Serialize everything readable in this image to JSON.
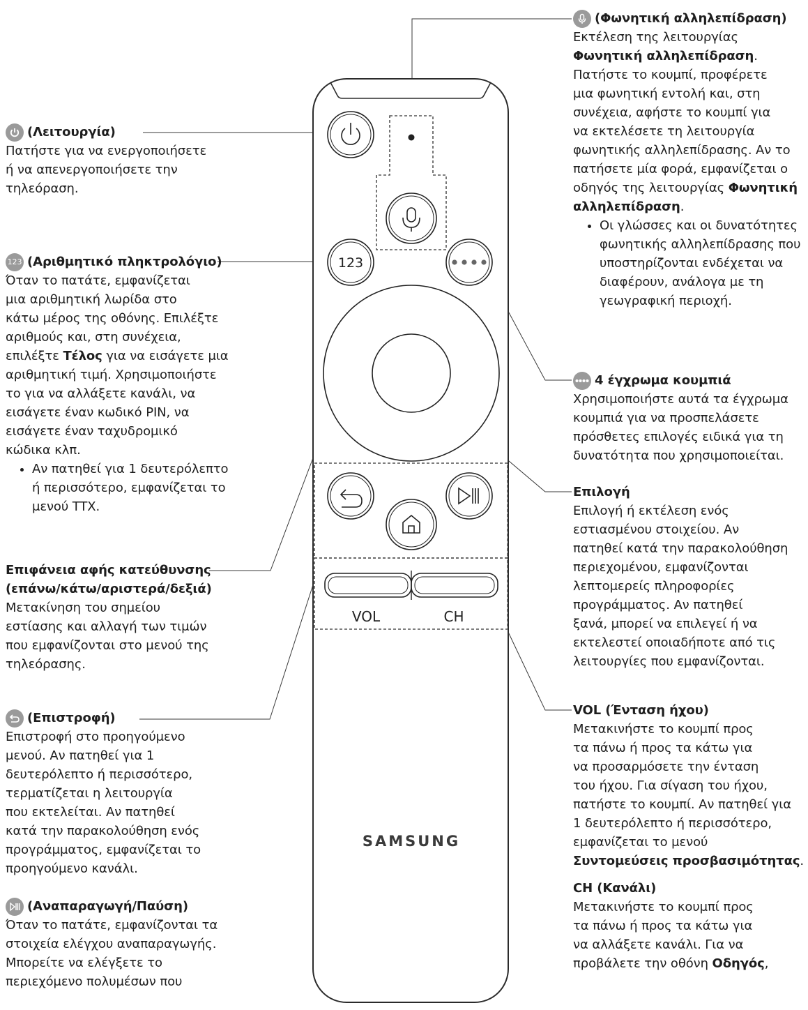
{
  "remote": {
    "label_123": "123",
    "label_vol": "VOL",
    "label_ch": "CH",
    "brand": "SAMSUNG"
  },
  "left": {
    "power": {
      "title": "(Λειτουργία)",
      "icon": "power-icon",
      "l1": "Πατήστε για να ενεργοποιήσετε",
      "l2": "ή να απενεργοποιήσετε την",
      "l3": "τηλεόραση."
    },
    "numeric": {
      "badge": "123",
      "title": "(Αριθμητικό πληκτρολόγιο)",
      "l1": "Όταν το πατάτε, εμφανίζεται",
      "l2": "μια αριθμητική λωρίδα στο",
      "l3": "κάτω μέρος της οθόνης. Επιλέξτε",
      "l4": "αριθμούς και, στη συνέχεια,",
      "l5a": "επιλέξτε ",
      "l5b": "Τέλος",
      "l5c": " για να εισάγετε μια",
      "l6": "αριθμητική τιμή. Χρησιμοποιήστε",
      "l7": "το για να αλλάξετε κανάλι, να",
      "l8": "εισάγετε έναν κωδικό PIN, να",
      "l9": "εισάγετε έναν ταχυδρομικό",
      "l10": "κώδικα κλπ.",
      "bullet": "Αν πατηθεί για 1 δευτερόλεπτο ή περισσότερο, εμφανίζεται το μενού TTX."
    },
    "touchpad": {
      "title1": "Επιφάνεια αφής κατεύθυνσης",
      "title2": "(επάνω/κάτω/αριστερά/δεξιά)",
      "l1": "Μετακίνηση του σημείου",
      "l2": "εστίασης και αλλαγή των τιμών",
      "l3": "που εμφανίζονται στο μενού της",
      "l4": "τηλεόρασης."
    },
    "back": {
      "title": "(Επιστροφή)",
      "icon": "return-icon",
      "l1": "Επιστροφή στο προηγούμενο",
      "l2": "μενού. Αν πατηθεί για 1",
      "l3": "δευτερόλεπτο ή περισσότερο,",
      "l4": "τερματίζεται η λειτουργία",
      "l5": "που εκτελείται. Αν πατηθεί",
      "l6": "κατά την παρακολούθηση ενός",
      "l7": "προγράμματος, εμφανίζεται το",
      "l8": "προηγούμενο κανάλι."
    },
    "play": {
      "title": "(Αναπαραγωγή/Παύση)",
      "icon": "play-pause-icon",
      "l1": "Όταν το πατάτε, εμφανίζονται τα",
      "l2": "στοιχεία ελέγχου αναπαραγωγής.",
      "l3": "Μπορείτε να ελέγξετε το",
      "l4": "περιεχόμενο πολυμέσων που"
    }
  },
  "right": {
    "voice": {
      "title": "(Φωνητική αλληλεπίδραση)",
      "icon": "microphone-icon",
      "l1": "Εκτέλεση της λειτουργίας",
      "l2": "Φωνητική αλληλεπίδραση",
      "l2end": ".",
      "l3": "Πατήστε το κουμπί, προφέρετε",
      "l4": "μια φωνητική εντολή και, στη",
      "l5": "συνέχεια, αφήστε το κουμπί για",
      "l6": "να εκτελέσετε τη λειτουργία",
      "l7": "φωνητικής αλληλεπίδρασης. Αν το",
      "l8": "πατήσετε μία φορά, εμφανίζεται ο",
      "l9a": "οδηγός της λειτουργίας ",
      "l9b": "Φωνητική",
      "l10b": "αλληλεπίδραση",
      "l10end": ".",
      "bullet": "Οι γλώσσες και οι δυνατότητες φωνητικής αλληλεπίδρασης που υποστηρίζονται ενδέχεται να διαφέρουν, ανάλογα με τη γεωγραφική περιοχή."
    },
    "color": {
      "title": "4 έγχρωμα κουμπιά",
      "icon": "color-dots-icon",
      "l1": "Χρησιμοποιήστε αυτά τα έγχρωμα",
      "l2": "κουμπιά για να προσπελάσετε",
      "l3": "πρόσθετες επιλογές ειδικά για τη",
      "l4": "δυνατότητα που χρησιμοποιείται."
    },
    "select": {
      "title": "Επιλογή",
      "l1": "Επιλογή ή εκτέλεση ενός",
      "l2": "εστιασμένου στοιχείου. Αν",
      "l3": "πατηθεί κατά την παρακολούθηση",
      "l4": "περιεχομένου, εμφανίζονται",
      "l5": "λεπτομερείς πληροφορίες",
      "l6": "προγράμματος. Αν πατηθεί",
      "l7": "ξανά, μπορεί να επιλεγεί ή να",
      "l8": "εκτελεστεί οποιαδήποτε από τις",
      "l9": "λειτουργίες που εμφανίζονται."
    },
    "vol": {
      "title": "VOL (Ένταση ήχου)",
      "l1": "Μετακινήστε το κουμπί προς",
      "l2": "τα πάνω ή προς τα κάτω για",
      "l3": "να προσαρμόσετε την ένταση",
      "l4": "του ήχου. Για σίγαση του ήχου,",
      "l5": "πατήστε το κουμπί. Αν πατηθεί για",
      "l6": "1 δευτερόλεπτο ή περισσότερο,",
      "l7": "εμφανίζεται το μενού",
      "l8b": "Συντομεύσεις προσβασιμότητας",
      "l8end": "."
    },
    "ch": {
      "title": "CH (Κανάλι)",
      "l1": "Μετακινήστε το κουμπί προς",
      "l2": "τα πάνω ή προς τα κάτω για",
      "l3": "να αλλάξετε κανάλι. Για να",
      "l4a": "προβάλετε την οθόνη ",
      "l4b": "Οδηγός",
      "l4c": ","
    }
  }
}
